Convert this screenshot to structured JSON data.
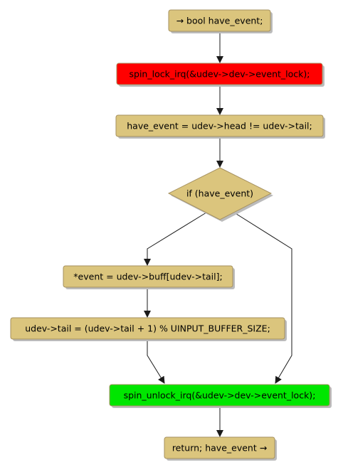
{
  "colors": {
    "action_fill": "#dbc57d",
    "action_stroke": "#a69160",
    "lock_fill": "#ff0000",
    "unlock_fill": "#00e600",
    "shadow": "#bbbbbb",
    "edge": "#1a1a1a"
  },
  "nodes": {
    "start": "→ bool have_event;",
    "lock": "spin_lock_irq(&udev->dev->event_lock);",
    "check": "have_event = udev->head != udev->tail;",
    "decision": "if (have_event)",
    "read_event": "*event = udev->buff[udev->tail];",
    "advance_tail": "udev->tail = (udev->tail + 1) % UINPUT_BUFFER_SIZE;",
    "unlock": "spin_unlock_irq(&udev->dev->event_lock);",
    "end": "return; have_event →"
  }
}
